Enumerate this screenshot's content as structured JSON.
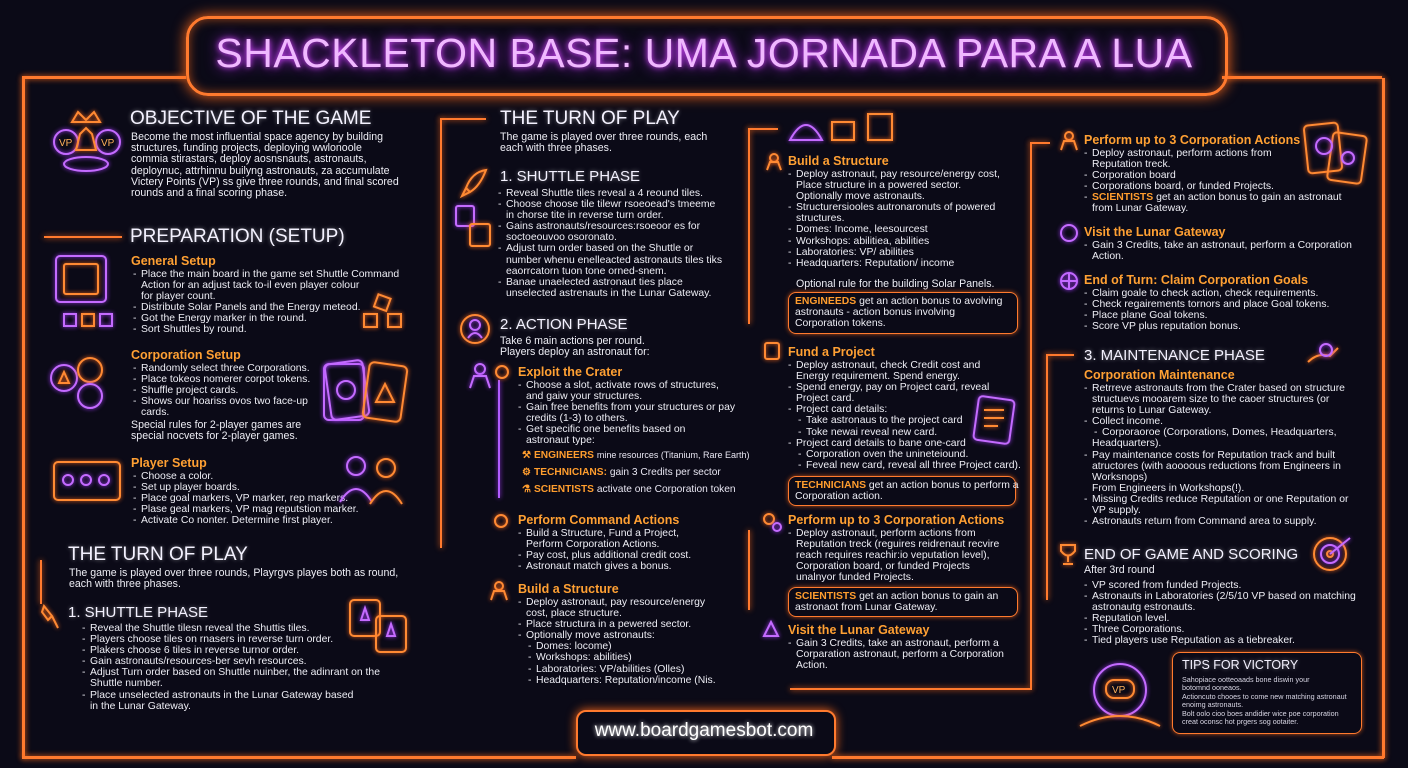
{
  "title": "SHACKLETON BASE: UMA JORNADA PARA A LUA",
  "footer_url": "www.boardgamesbot.com",
  "colors": {
    "accent_orange": "#ff7a2e",
    "title_purple": "#c46bff",
    "subheading": "#ffa033",
    "background": "#0b0a17"
  },
  "left": {
    "objective": {
      "heading": "OBJECTIVE OF THE GAME",
      "lines": [
        "Become the most influential space agency by building",
        "structures, funding projects, deploying wwlonoole",
        "commia stirastars, deploy aosnsnauts, astronauts,",
        "deploynuc, attrhinnu builyng astronauts, za accumulate",
        "Victery Points (VP) ss give three rounds, and final scored",
        "rounds and a final scoring phase."
      ],
      "icon": "vp-crown-icon"
    },
    "preparation": {
      "heading": "PREPARATION (SETUP)",
      "general": {
        "title": "General Setup",
        "items": [
          "Place the main board in the game set Shuttle Command",
          "Action for an adjust tack to-il even player colour",
          "for player count.",
          "Distribute Solar Panels and the Energy meteod.",
          "Got the Energy marker in the round.",
          "Sort Shuttles by round."
        ]
      },
      "corporation": {
        "title": "Corporation Setup",
        "items": [
          "Randomly select three Corporations.",
          "Place tokeos nomerer corpot tokens.",
          "Shuffle project cards.",
          "Shows our hoariss ovos two face-up",
          "cards."
        ],
        "notes": [
          "Special rules for 2-player games are",
          "special nocvets for 2-player games."
        ]
      },
      "player": {
        "title": "Player Setup",
        "items": [
          "Choose a color.",
          "Set up player boards.",
          "Place goal markers, VP marker, rep markers.",
          "Plase geal markers, VP mag reputstion marker.",
          "Activate Co nonter. Determine first player."
        ]
      }
    },
    "turn": {
      "heading": "THE TURN OF PLAY",
      "intro": [
        "The game is played over three rounds, Playrgvs playes both as round,",
        "each with three phases."
      ],
      "phase_heading": "1. SHUTTLE PHASE",
      "items": [
        "Reveal the Shuttle tilesn reveal the Shuttis tiles.",
        "Players choose tiles on rnasers in reverse turn order.",
        "Plakers choose 6 tiles in reverse turnor order.",
        "Gain astronauts/resources-ber sevh resources.",
        "Adjust Turn order based on Shuttle nuinber, the adinrant on the",
        "Shuttle number.",
        "Place unselected astronauts in the Lunar Gateway based",
        "in the Lunar Gateway."
      ]
    }
  },
  "mid": {
    "heading": "THE TURN OF PLAY",
    "intro": [
      "The game is played over three rounds, each",
      "each with three phases."
    ],
    "shuttle": {
      "heading": "1. SHUTTLE PHASE",
      "items": [
        "Reveal Shuttle tiles reveal a 4 reound tiles.",
        "Choose choose tile tilewr rsoeoead's tmeeme",
        "in chorse tite in reverse turn order.",
        "Gains astronauts/resources:rsoeoor es for",
        "soctoeouvoo osoronato.",
        "Adjust turn order based on the Shuttle or",
        "number whenu enelleacted astronauts tiles tiks",
        "eaorrcatorn tuon tone orned-snem.",
        "Banae unaelected astronaut ties place",
        "unselected astrenauts in the Lunar Gateway."
      ]
    },
    "action": {
      "heading": "2. ACTION PHASE",
      "intro": [
        "Take 6 main actions per round.",
        "Players deploy an astronaut for:"
      ],
      "exploit": {
        "title": "Exploit the Crater",
        "items": [
          "Choose a slot, activate rows of structures,",
          "and gaiw your structures.",
          "Gain free benefits from your structures or pay",
          "credits (1-3) to others.",
          "Get specific one benefits based on",
          "astronaut type:"
        ]
      },
      "roles": [
        {
          "name": "ENGINEERS",
          "desc": "mine resources (Titanium, Rare Earth)"
        },
        {
          "name": "TECHNICIANS:",
          "desc": "gain 3 Credits per sector"
        },
        {
          "name": "SCIENTISTS",
          "desc": "activate one Corporation token"
        }
      ],
      "command": {
        "title": "Perform Command Actions",
        "items": [
          "Build a Structure, Fund a Project,",
          "Perform Corporation Actions.",
          "Pay cost, plus additional credit cost.",
          "Astronaut match gives a bonus."
        ]
      },
      "build": {
        "title": "Build a Structure",
        "items": [
          "Deploy astronaut, pay resource/energy",
          "cost, place structure.",
          "Place structura in a pewered sector.",
          "Optionally move astronauts:"
        ],
        "sub": [
          "Domes: locome)",
          "Workshops: abilities)",
          "Laboratories: VP/abilities (Olles)",
          "Headquarters: Reputation/income (Nis."
        ]
      }
    }
  },
  "center": {
    "build": {
      "title": "Build a Structure",
      "items": [
        "Deploy astronaut, pay resource/energy cost,",
        "Place structure in a powered sector.",
        "Optionally move astronauts.",
        "Structurersiooles autronaronuts of powered",
        "structures.",
        "Domes: Income, leesourcest",
        "Workshops: abilitiea, abilities",
        "Laboratories: VP/ abilities",
        "Headquarters: Reputation/ income"
      ],
      "note": "Optional rule for the building Solar Panels.",
      "callout_kw": "ENGINEEDS",
      "callout": [
        "get an action bonus to avolving",
        "astronauts - action bonus involving",
        "Corporation tokens."
      ]
    },
    "fund": {
      "title": "Fund a Project",
      "items": [
        "Deploy astronaut, check Credit cost and",
        "Energy requirement. Spend energy.",
        "Spend energy, pay on Project card, reveal",
        "Project card.",
        "Project card details:"
      ],
      "sub": [
        "Take astronaus to the project card",
        "Toke newai reveal new card."
      ],
      "items2": [
        "Project card details to bane one-card",
        "Corporation oven the unineteiound.",
        "Feveal new card, reveal all three Project card)."
      ],
      "callout_kw": "TECHNICIANS",
      "callout": [
        "get an action bonus to perform a",
        "Corporation action."
      ]
    },
    "corp": {
      "title": "Perform up to 3 Corporation Actions",
      "items": [
        "Deploy astronaut, perform actions from",
        "Reputation treck (reguires reidrenaut recvire",
        "reach requires reachir:io veputation level),",
        "Corporation board, or funded Projects",
        "unalnyor funded Projects."
      ],
      "callout_kw": "SCIENTISTS",
      "callout": [
        "get an action bonus to gain an",
        "astronaot from Lunar Gateway."
      ]
    },
    "gateway": {
      "title": "Visit the Lunar Gateway",
      "items": [
        "Gain 3 Credits, take an astronaut, perform a",
        "Corparation astronaut, perform a Corporation",
        "Action."
      ]
    }
  },
  "right": {
    "corp": {
      "title": "Perform up to 3 Corporation Actions",
      "items": [
        "Deploy astronaut, perform actions from",
        "Reputation treck.",
        "Corporation board",
        "Corporations board, or funded Projects."
      ],
      "kw": "SCIENTISTS",
      "kw_text": "get an action bonus to gain an astronaut",
      "kw_text2": "from Lunar Gateway."
    },
    "gateway": {
      "title": "Visit the Lunar Gateway",
      "items": [
        "Gain 3 Credits, take an astronaut, perform a Corporation",
        "Action."
      ]
    },
    "goals": {
      "title": "End of Turn: Claim Corporation Goals",
      "items": [
        "Claim goale to check action, check requirements.",
        "Check regairements tornors and place Goal tokens.",
        "Place plane Goal tokens.",
        "Score VP plus reputation bonus."
      ]
    },
    "maintenance": {
      "heading": "3. MAINTENANCE PHASE",
      "title": "Corporation Maintenance",
      "items": [
        "Retrreve astronauts from the Crater based on structure",
        "structuevs mooarem size to the caoer structures (or",
        "returns to Lunar Gateway.",
        "Collect income."
      ],
      "sub": [
        "Corporaoroe (Corporations, Domes, Headquarters,",
        "Headquarters)."
      ],
      "items2": [
        "Pay maintenance costs for Reputation track and built",
        "atructores (with aoooous reductions from Engineers in",
        "Worksnops)",
        "From Engineers in Workshops(!).",
        "Missing Credits reduce Reputation or one Reputation or",
        "VP supply.",
        "Astronauts return from Command area to supply."
      ]
    },
    "endgame": {
      "heading": "END OF GAME AND SCORING",
      "intro": "After 3rd round",
      "items": [
        "VP scored from funded Projects.",
        "Astronauts in Laboratories (2/5/10 VP based on matching",
        "astronautg estronauts.",
        "Reputation level.",
        "Three Corporations.",
        "Tied players use Reputation as a tiebreaker."
      ]
    },
    "tips": {
      "heading": "TIPS FOR VICTORY",
      "items": [
        "Sahopiace ootteoaads bone diswin your",
        "botomnd ooneaos.",
        "Actioncuto chooes to come new matching astronaut",
        "enoimg astronauts.",
        "Bolt oolo cioo boes andidier wice poe corporation",
        "creat oconsc hot prgers sog ootaiter."
      ]
    }
  }
}
